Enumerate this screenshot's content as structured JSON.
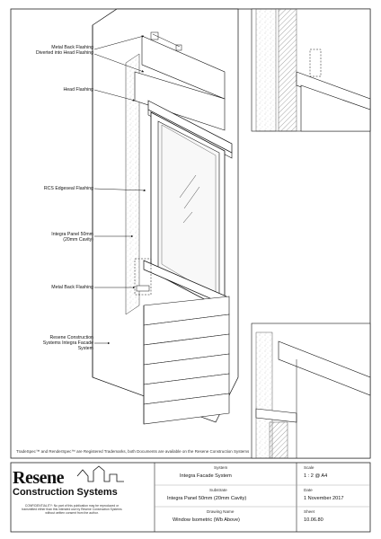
{
  "callouts": [
    {
      "id": "metal-back-flashing-diverted",
      "text": "Metal Back Flashing\nDiverted into Head Flashing"
    },
    {
      "id": "head-flashing",
      "text": "Head Flashing"
    },
    {
      "id": "rcs-edgeseal",
      "text": "RCS Edgeseal Flashing"
    },
    {
      "id": "integra-panel",
      "text": "Integra Panel 50mm\n(20mm Cavity)"
    },
    {
      "id": "metal-back-flashing",
      "text": "Metal Back Flashing"
    },
    {
      "id": "resene-system",
      "text": "Resene Construction\nSystems Integra Facade\nSystem"
    }
  ],
  "footnote": "TradeSpec™ and RenderSpec™ are Registered Trademarks, both Documents are available on the Resene Construction Systems",
  "title_block": {
    "logo_main": "Resene",
    "logo_sub": "Construction Systems",
    "confidential": "CONFIDENTIALITY: No part of this publication may be reproduced or transmitted either than this intended use by Resene Construction Systems without written consent from the author.",
    "system_label": "System",
    "system_value": "Integra Facade System",
    "substrate_label": "Substrate",
    "substrate_value": "Integra Panel 50mm (20mm Cavity)",
    "drawing_label": "Drawing Name",
    "drawing_value": "Window Isometric (Wb Above)",
    "scale_label": "Scale",
    "scale_value": "1 : 2 @ A4",
    "date_label": "Date",
    "date_value": "1 November 2017",
    "sheet_label": "Sheet",
    "sheet_value": "10.06.80"
  }
}
